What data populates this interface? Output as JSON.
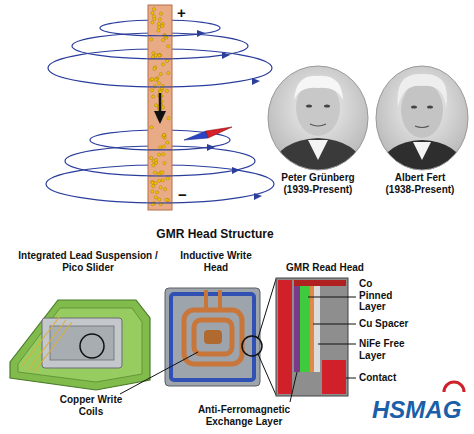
{
  "diagram": {
    "title": "GMR Head Structure",
    "labels": [
      "+",
      "−",
      "Peter Grünberg",
      "(1939-Present)",
      "Albert Fert",
      "(1938-Present)",
      "Integrated Lead Suspension / Pico Slider",
      "Inductive Write Head",
      "GMR Read Head",
      "Co Pinned Layer",
      "Cu Spacer",
      "NiFe Free Layer",
      "Contact",
      "Copper Write Coils",
      "Anti-Ferromagnetic Exchange Layer",
      "HSMAG"
    ]
  }
}
